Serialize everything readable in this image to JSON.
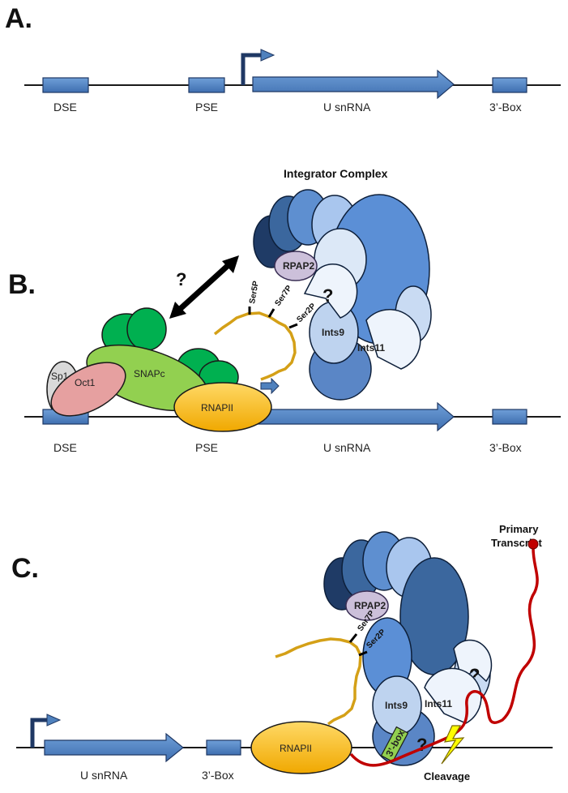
{
  "panels": {
    "a": "A.",
    "b": "B.",
    "c": "C."
  },
  "panel_a": {
    "dse": "DSE",
    "pse": "PSE",
    "gene": "U snRNA",
    "box3": "3’-Box"
  },
  "panel_b": {
    "title": "Integrator Complex",
    "question": "?",
    "sp1": "Sp1",
    "oct1": "Oct1",
    "snapc": "SNAPc",
    "rnapii": "RNAPII",
    "rpap2": "RPAP2",
    "ints9": "Ints9",
    "ints11": "Ints11",
    "unknown": "?",
    "ser5p": "Ser5P",
    "ser7p": "Ser7P",
    "ser2p": "Ser2P",
    "dse": "DSE",
    "pse": "PSE",
    "gene": "U snRNA",
    "box3": "3’-Box"
  },
  "panel_c": {
    "primary1": "Primary",
    "primary2": "Transcript",
    "rpap2": "RPAP2",
    "ints9": "Ints9",
    "ints11": "Ints11",
    "unknown_top": "?",
    "unknown_bottom": "?",
    "box_label": "3’-box",
    "ser7p": "Ser7P",
    "ser2p": "Ser2P",
    "rnapii": "RNAPII",
    "gene": "U snRNA",
    "box3": "3’-Box",
    "cleavage": "Cleavage"
  },
  "colors": {
    "dna": "#1a1a1a",
    "element_fill": "#4f81bd",
    "element_stroke": "#1f3864",
    "rnapii": "#ffc000",
    "snapc": "#92d050",
    "oct1": "#e6a0a0",
    "sp1": "#d9d9d9",
    "green_subunits": "#00b050",
    "rpap2": "#ccc0da",
    "ctd": "#d4a017",
    "rna": "#c00000",
    "lightning": "#ffff00"
  }
}
